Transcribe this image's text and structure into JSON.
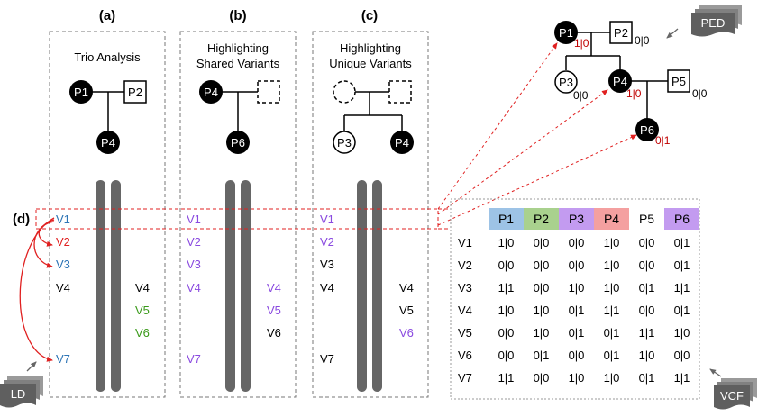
{
  "panels": [
    {
      "label": "(a)",
      "title_lines": [
        "Trio Analysis"
      ]
    },
    {
      "label": "(b)",
      "title_lines": [
        "Highlighting",
        "Shared Variants"
      ]
    },
    {
      "label": "(c)",
      "title_lines": [
        "Highlighting",
        "Unique Variants"
      ]
    }
  ],
  "panel_d_label": "(d)",
  "pedigree_a": {
    "father": "P1",
    "mother": "P2",
    "child": "P4"
  },
  "pedigree_b": {
    "father": "P4",
    "child": "P6"
  },
  "pedigree_c": {
    "child1": "P3",
    "child2": "P4"
  },
  "variants": {
    "a_left": [
      {
        "t": "V1",
        "c": "#2e75b6"
      },
      {
        "t": "V2",
        "c": "#e02020"
      },
      {
        "t": "V3",
        "c": "#2e75b6"
      },
      {
        "t": "V4",
        "c": "#000000"
      },
      {
        "t": "V7",
        "c": "#2e75b6"
      }
    ],
    "a_right": [
      {
        "t": "V4",
        "c": "#000000"
      },
      {
        "t": "V5",
        "c": "#3a9a1a"
      },
      {
        "t": "V6",
        "c": "#3a9a1a"
      }
    ],
    "b_left": [
      {
        "t": "V1",
        "c": "#8a4ae0"
      },
      {
        "t": "V2",
        "c": "#8a4ae0"
      },
      {
        "t": "V3",
        "c": "#8a4ae0"
      },
      {
        "t": "V4",
        "c": "#8a4ae0"
      },
      {
        "t": "V7",
        "c": "#8a4ae0"
      }
    ],
    "b_right": [
      {
        "t": "V4",
        "c": "#8a4ae0"
      },
      {
        "t": "V5",
        "c": "#8a4ae0"
      },
      {
        "t": "V6",
        "c": "#000000"
      }
    ],
    "c_left": [
      {
        "t": "V1",
        "c": "#8a4ae0"
      },
      {
        "t": "V2",
        "c": "#8a4ae0"
      },
      {
        "t": "V3",
        "c": "#000000"
      },
      {
        "t": "V4",
        "c": "#000000"
      },
      {
        "t": "V7",
        "c": "#000000"
      }
    ],
    "c_right": [
      {
        "t": "V4",
        "c": "#000000"
      },
      {
        "t": "V5",
        "c": "#000000"
      },
      {
        "t": "V6",
        "c": "#8a4ae0"
      }
    ]
  },
  "ped_file": {
    "label": "PED",
    "members": [
      {
        "id": "P1",
        "gt": "1|0"
      },
      {
        "id": "P2",
        "gt": "0|0"
      },
      {
        "id": "P3",
        "gt": "0|0"
      },
      {
        "id": "P4",
        "gt": "1|0"
      },
      {
        "id": "P5",
        "gt": "0|0"
      },
      {
        "id": "P6",
        "gt": "0|1"
      }
    ]
  },
  "ld_label": "LD",
  "vcf": {
    "label": "VCF",
    "samples": [
      {
        "name": "P1",
        "color": "#9dc3e6"
      },
      {
        "name": "P2",
        "color": "#a9d18e"
      },
      {
        "name": "P3",
        "color": "#c39bf0"
      },
      {
        "name": "P4",
        "color": "#f4a0a0"
      },
      {
        "name": "P5",
        "color": "#ffffff"
      },
      {
        "name": "P6",
        "color": "#c39bf0"
      }
    ],
    "rows": [
      {
        "v": "V1",
        "g": [
          "1|0",
          "0|0",
          "0|0",
          "1|0",
          "0|0",
          "0|1"
        ]
      },
      {
        "v": "V2",
        "g": [
          "0|0",
          "0|0",
          "0|0",
          "1|0",
          "0|0",
          "0|1"
        ]
      },
      {
        "v": "V3",
        "g": [
          "1|1",
          "0|0",
          "1|0",
          "1|0",
          "0|1",
          "1|1"
        ]
      },
      {
        "v": "V4",
        "g": [
          "1|0",
          "1|0",
          "0|1",
          "1|1",
          "0|0",
          "0|1"
        ]
      },
      {
        "v": "V5",
        "g": [
          "0|0",
          "1|0",
          "0|1",
          "0|1",
          "1|1",
          "1|0"
        ]
      },
      {
        "v": "V6",
        "g": [
          "0|0",
          "0|1",
          "0|0",
          "0|1",
          "1|0",
          "0|0"
        ]
      },
      {
        "v": "V7",
        "g": [
          "1|1",
          "0|0",
          "1|0",
          "1|0",
          "0|1",
          "1|1"
        ]
      }
    ]
  },
  "colors": {
    "red": "#e02020",
    "blue": "#2e75b6",
    "green": "#3a9a1a",
    "purple": "#8a4ae0",
    "gray": "#666666"
  }
}
